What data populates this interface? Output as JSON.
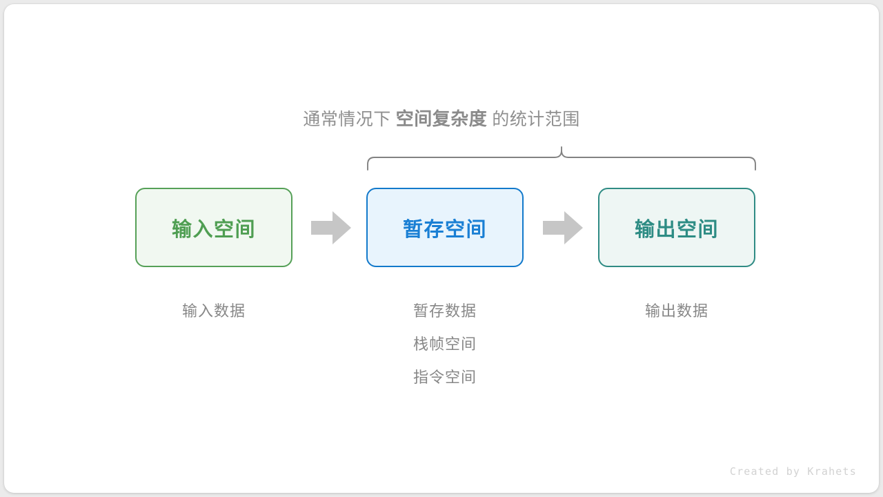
{
  "diagram": {
    "caption": {
      "prefix": "通常情况下",
      "emphasis": "空间复杂度",
      "suffix": "的统计范围"
    },
    "brace": {
      "name": "curly-brace",
      "spans": [
        "暂存空间",
        "输出空间"
      ],
      "color": "#828282"
    },
    "stages": [
      {
        "id": "input",
        "box_label": "输入空间",
        "border_color": "#55a057",
        "fill_color": "#f1f8f1",
        "text_color": "#4f9e52",
        "details": [
          "输入数据"
        ]
      },
      {
        "id": "temp",
        "box_label": "暂存空间",
        "border_color": "#1279cb",
        "fill_color": "#e8f4fd",
        "text_color": "#1a7fd4",
        "details": [
          "暂存数据",
          "栈帧空间",
          "指令空间"
        ]
      },
      {
        "id": "output",
        "box_label": "输出空间",
        "border_color": "#2f8b84",
        "fill_color": "#eef6f4",
        "text_color": "#2d8c84",
        "details": [
          "输出数据"
        ]
      }
    ],
    "arrows": [
      {
        "id": "arrow-1",
        "from": "input",
        "to": "temp",
        "color": "#c6c6c6"
      },
      {
        "id": "arrow-2",
        "from": "temp",
        "to": "output",
        "color": "#c6c6c6"
      }
    ],
    "watermark": "Created by Krahets"
  }
}
